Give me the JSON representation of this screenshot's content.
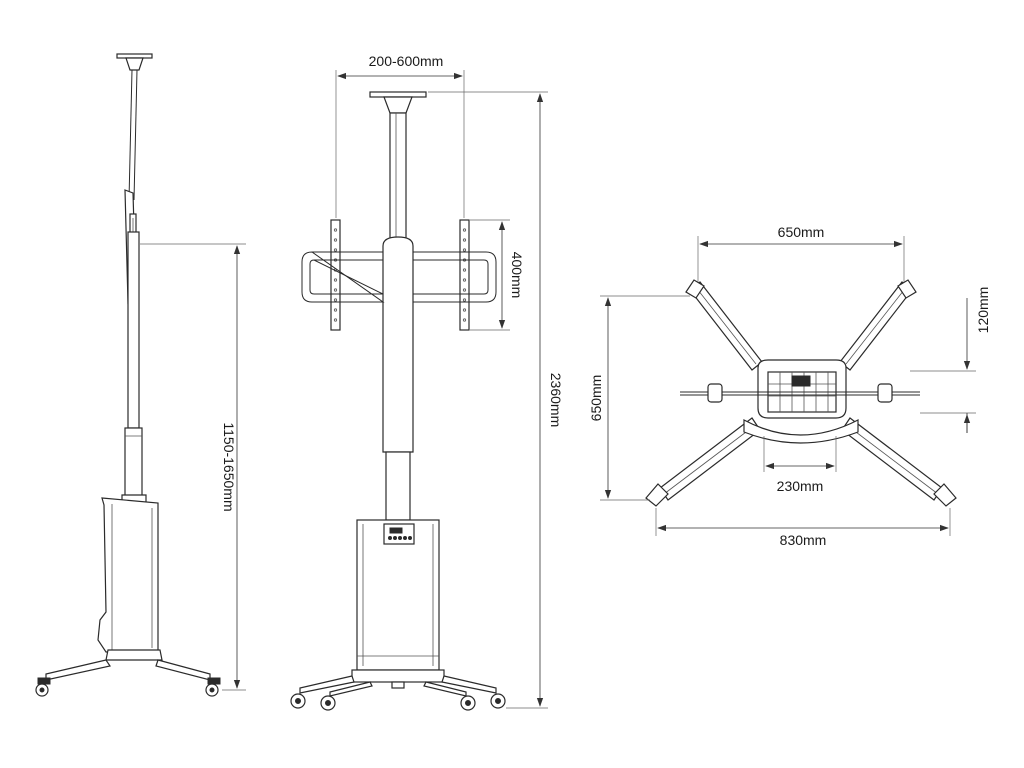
{
  "dimensions": {
    "vesa_width": "200-600mm",
    "vesa_height": "400mm",
    "total_height": "2360mm",
    "adjust_height": "1150-1650mm",
    "arm_width": "650mm",
    "arm_offset": "120mm",
    "base_depth": "650mm",
    "column_width": "230mm",
    "base_width": "830mm"
  },
  "colors": {
    "line": "#2b2b2b",
    "background": "#ffffff"
  }
}
